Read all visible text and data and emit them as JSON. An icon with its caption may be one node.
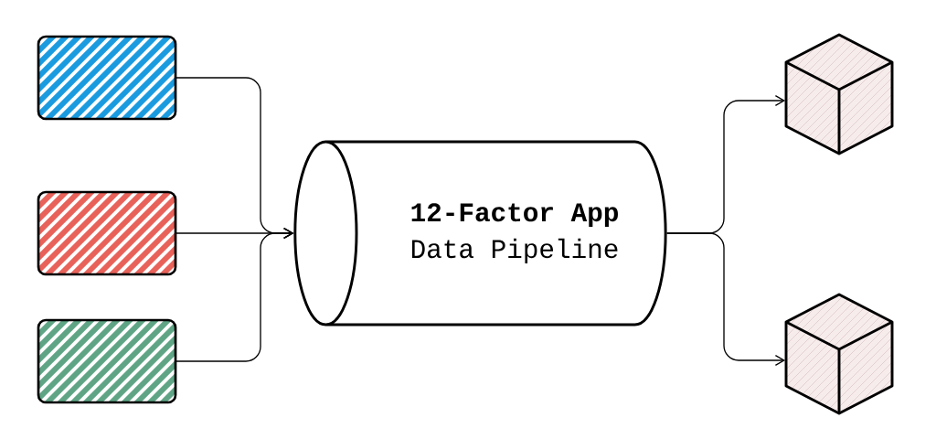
{
  "diagram": {
    "nodes": [
      {
        "text": [],
        "shape": "box"
      },
      {
        "text": [],
        "shape": "box"
      },
      {
        "text": [],
        "shape": "box"
      },
      {
        "text": [
          "12-Factor App",
          "Data Pipeline"
        ]
      },
      {
        "text": [],
        "shape": "cube"
      },
      {
        "text": [],
        "shape": "cube"
      }
    ],
    "edges": [
      {
        "from": 0,
        "to": 3,
        "arrow": "to"
      },
      {
        "from": 1,
        "to": 3,
        "arrow": "to"
      },
      {
        "from": 2,
        "to": 3,
        "arrow": "to"
      },
      {
        "from": 3,
        "to": 4,
        "arrow": "to"
      },
      {
        "from": 3,
        "to": 5,
        "arrow": "to"
      }
    ]
  }
}
